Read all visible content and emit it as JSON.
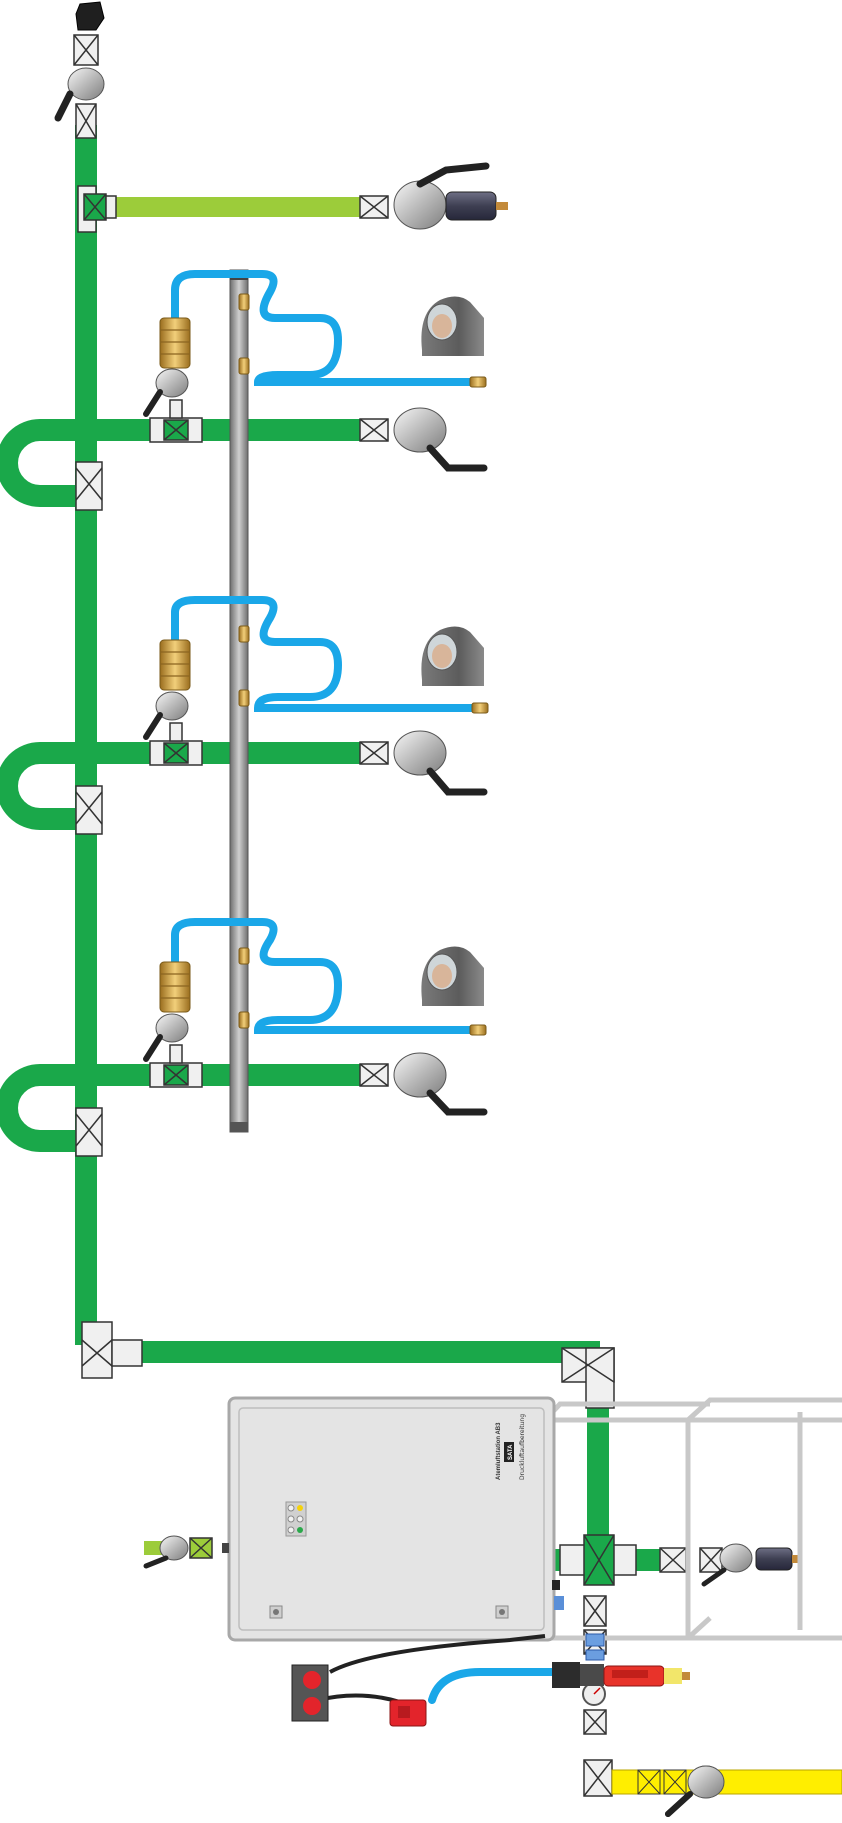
{
  "colors": {
    "main_pipe": "#1aa84a",
    "branch_pipe_lime": "#9ccc3a",
    "hose_blue": "#1aa7e8",
    "fitting_fill": "#f0f0f0",
    "fitting_stroke": "#444444",
    "rail": "#8f8f8f",
    "brass": "#d6a44a",
    "cabinet": "#e4e4e4",
    "frame": "#c8c8c8",
    "yellow_pipe": "#ffee00",
    "regulator_red": "#e8332a",
    "socket_red": "#e3242b",
    "cable": "#222222"
  },
  "icons": {
    "inlet_cap": "pipe-end-cap-icon",
    "ball_valve": "ball-valve-icon",
    "quick_coupling": "brass-quick-coupling-icon",
    "respirator_hood": "respirator-hood-icon",
    "filter_cylinder": "filter-cylinder-icon",
    "status_lights": "traffic-light-indicator-icon",
    "power_socket": "double-power-socket-icon",
    "plug": "power-plug-icon",
    "pressure_regulator": "pressure-regulator-icon"
  },
  "cabinet_panel": {
    "label_line_1": "Atemluftstation AB3",
    "label_line_2": "SATA",
    "label_line_3": "Druckluftaufbereitung"
  }
}
